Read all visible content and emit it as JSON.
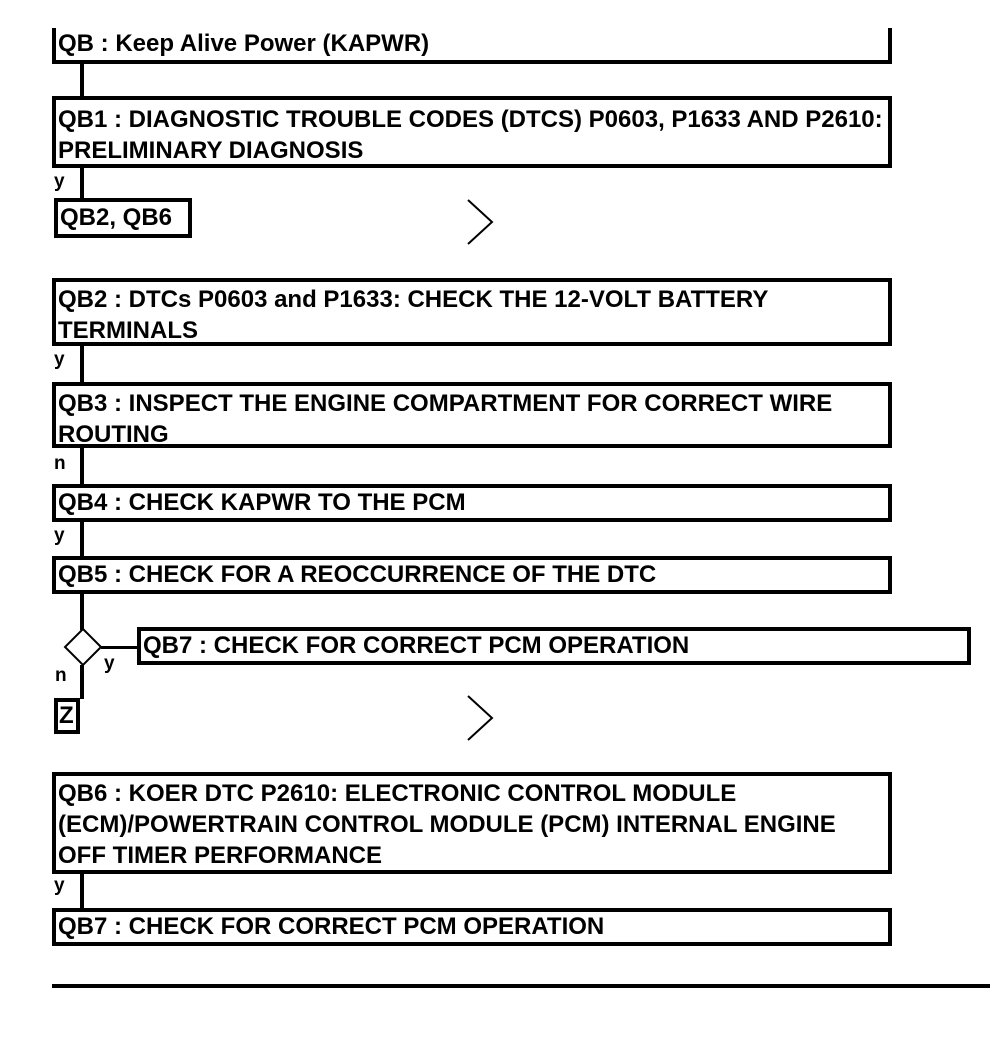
{
  "qb": "QB : Keep Alive Power (KAPWR)",
  "qb1": "QB1 : DIAGNOSTIC TROUBLE CODES (DTCS) P0603, P1633 AND P2610: PRELIMINARY DIAGNOSIS",
  "qb1_out": "y",
  "qb1_result": "QB2, QB6",
  "qb2": "QB2 : DTCs P0603 and P1633: CHECK THE 12-VOLT BATTERY TERMINALS",
  "qb2_out": "y",
  "qb3": "QB3 : INSPECT THE ENGINE COMPARTMENT FOR CORRECT WIRE ROUTING",
  "qb3_out": "n",
  "qb4": "QB4 : CHECK KAPWR TO THE PCM",
  "qb4_out": "y",
  "qb5": "QB5 : CHECK FOR A REOCCURRENCE OF THE DTC",
  "decision_yes": "y",
  "decision_no": "n",
  "qb7_branch": "QB7 : CHECK FOR CORRECT PCM OPERATION",
  "z_result": "Z",
  "qb6": "QB6 : KOER DTC P2610: ELECTRONIC CONTROL MODULE (ECM)/POWERTRAIN CONTROL MODULE (PCM) INTERNAL ENGINE OFF TIMER PERFORMANCE",
  "qb6_out": "y",
  "qb7": "QB7 : CHECK FOR CORRECT PCM OPERATION"
}
